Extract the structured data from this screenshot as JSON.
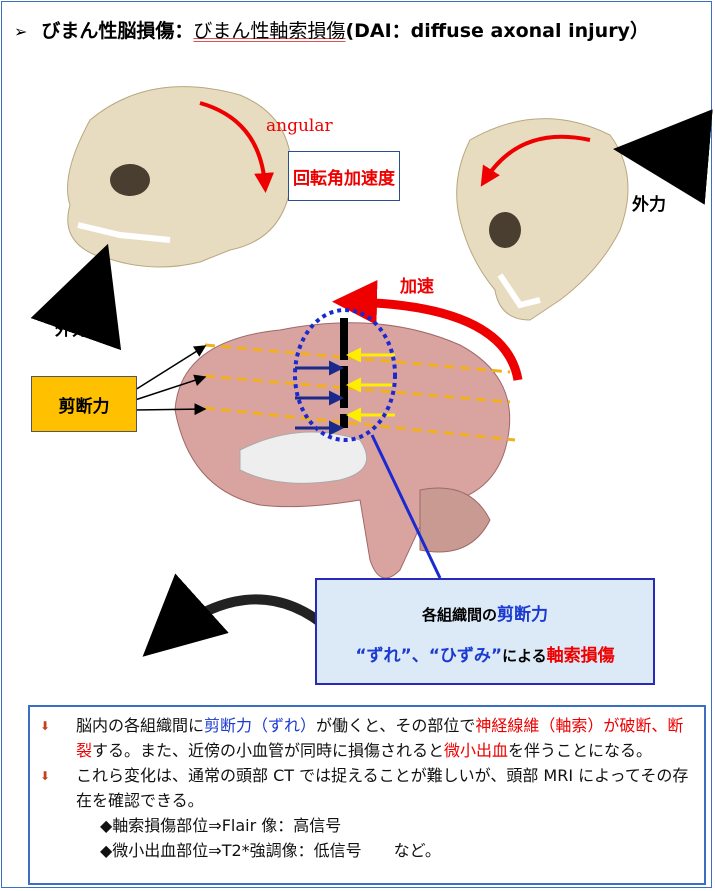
{
  "title": {
    "main": "びまん性脳損傷：",
    "sub": "びまん性軸索損傷",
    "tail": "(DAI：diffuse axonal injury）"
  },
  "labels": {
    "angular": "angular",
    "rotation": "回転角加速度",
    "force_right": "外力",
    "force_left": "外力",
    "acceleration": "加速",
    "shear": "剪断力"
  },
  "callout": {
    "line1_a": "各組織間の",
    "line1_b": "剪断力",
    "line2_a": "“ずれ”、“ひずみ”",
    "line2_b": "による",
    "line2_c": "軸索損傷"
  },
  "notes": {
    "p1": [
      "脳内の各組織間に",
      "剪断力（ずれ）",
      "が働くと、その部位で",
      "神経線維（軸索）が破断、断裂",
      "する。また、近傍の小血管が同時に損傷されると",
      "微小出血",
      "を伴うことになる。"
    ],
    "p2": "これら変化は、通常の頭部 CT では捉えることが難しいが、頭部 MRI によってその存在を確認できる。",
    "s1": "◆軸索損傷部位⇒Flair 像：高信号",
    "s2": "◆微小出血部位⇒T2*強調像：低信号　　など。"
  },
  "colors": {
    "accent_red": "#e00000",
    "blue": "#1a3ad0",
    "shear_box": "#ffc000",
    "frame": "#3b6fc4"
  }
}
